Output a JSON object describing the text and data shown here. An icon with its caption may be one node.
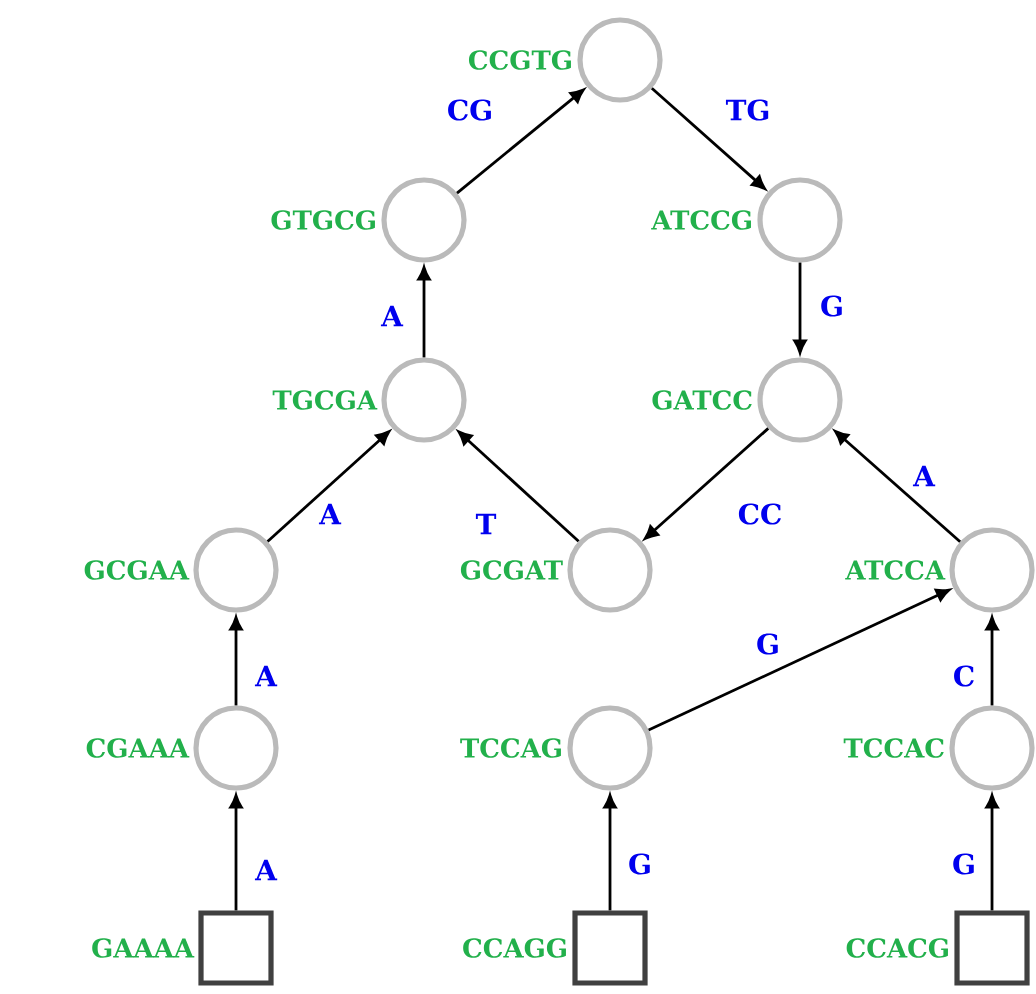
{
  "diagram": {
    "nodes": [
      {
        "text": [],
        "shape": "circle",
        "beside": [
          "CCGTG"
        ]
      },
      {
        "text": [],
        "shape": "circle",
        "beside": [
          "GTGCG"
        ]
      },
      {
        "text": [],
        "shape": "circle",
        "beside": [
          "ATCCG"
        ]
      },
      {
        "text": [],
        "shape": "circle",
        "beside": [
          "TGCGA"
        ]
      },
      {
        "text": [],
        "shape": "circle",
        "beside": [
          "GATCC"
        ]
      },
      {
        "text": [],
        "shape": "circle",
        "beside": [
          "GCGAA"
        ]
      },
      {
        "text": [],
        "shape": "circle",
        "beside": [
          "GCGAT"
        ]
      },
      {
        "text": [],
        "shape": "circle",
        "beside": [
          "ATCCA"
        ]
      },
      {
        "text": [],
        "shape": "circle",
        "beside": [
          "CGAAA"
        ]
      },
      {
        "text": [],
        "shape": "circle",
        "beside": [
          "TCCAG"
        ]
      },
      {
        "text": [],
        "shape": "circle",
        "beside": [
          "TCCAC"
        ]
      },
      {
        "text": [],
        "shape": "box",
        "beside": [
          "GAAAA"
        ]
      },
      {
        "text": [],
        "shape": "box",
        "beside": [
          "CCAGG"
        ]
      },
      {
        "text": [],
        "shape": "box",
        "beside": [
          "CCACG"
        ]
      }
    ],
    "edges": [
      {
        "from": 1,
        "to": 0,
        "arrow": "to",
        "label": "CG"
      },
      {
        "from": 0,
        "to": 2,
        "arrow": "to",
        "label": "TG"
      },
      {
        "from": 3,
        "to": 1,
        "arrow": "to",
        "label": "A"
      },
      {
        "from": 2,
        "to": 4,
        "arrow": "to",
        "label": "G"
      },
      {
        "from": 5,
        "to": 3,
        "arrow": "to",
        "label": "A"
      },
      {
        "from": 6,
        "to": 3,
        "arrow": "to",
        "label": "T"
      },
      {
        "from": 4,
        "to": 6,
        "arrow": "to",
        "label": "CC"
      },
      {
        "from": 7,
        "to": 4,
        "arrow": "to",
        "label": "A"
      },
      {
        "from": 9,
        "to": 7,
        "arrow": "to",
        "label": "G"
      },
      {
        "from": 8,
        "to": 5,
        "arrow": "to",
        "label": "A"
      },
      {
        "from": 10,
        "to": 7,
        "arrow": "to",
        "label": "C"
      },
      {
        "from": 11,
        "to": 8,
        "arrow": "to",
        "label": "A"
      },
      {
        "from": 12,
        "to": 9,
        "arrow": "to",
        "label": "G"
      },
      {
        "from": 13,
        "to": 10,
        "arrow": "to",
        "label": "G"
      }
    ]
  }
}
